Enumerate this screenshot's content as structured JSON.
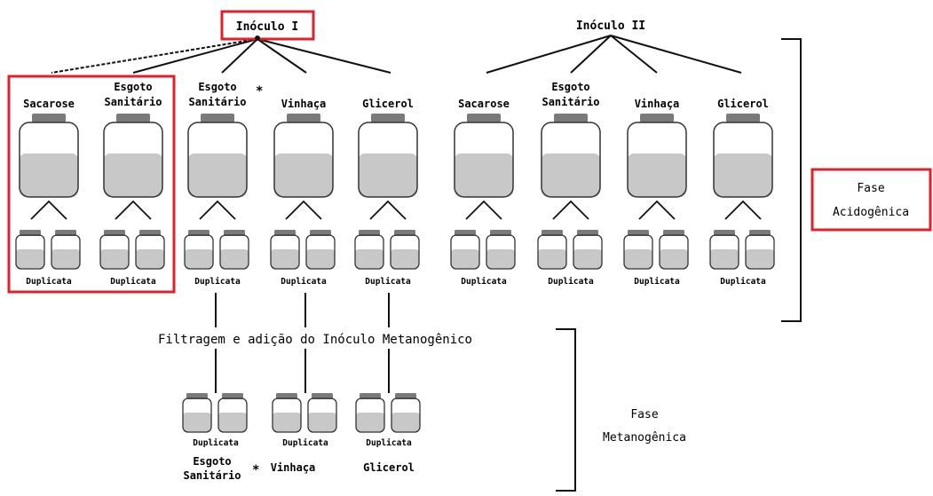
{
  "inoculum_1": "Inóculo I",
  "inoculum_2": "Inóculo II",
  "acidogenic": {
    "substrates": [
      [
        "Sacarose"
      ],
      [
        "Esgoto",
        "Sanitário"
      ],
      [
        "Esgoto",
        "Sanitário"
      ],
      [
        "Vinhaça"
      ],
      [
        "Glicerol"
      ],
      [
        "Sacarose"
      ],
      [
        "Esgoto",
        "Sanitário"
      ],
      [
        "Vinhaça"
      ],
      [
        "Glicerol"
      ]
    ],
    "asterisk_index": 2,
    "duplicate_label": "Duplicata"
  },
  "asterisk": "*",
  "filtration_text": "Filtragem e adição do Inóculo Metanogênico",
  "methanogenic": {
    "substrates": [
      [
        "Esgoto",
        "Sanitário"
      ],
      [
        "Vinhaça"
      ],
      [
        "Glicerol"
      ]
    ],
    "duplicate_label": "Duplicata"
  },
  "phase_acidogenic": [
    "Fase",
    "Acidogênica"
  ],
  "phase_methanogenic": [
    "Fase",
    "Metanogênica"
  ],
  "colors": {
    "highlight": "#e0202a",
    "liquid": "#c8c8c8",
    "cap": "#7a7a7a",
    "stroke": "#333333"
  }
}
